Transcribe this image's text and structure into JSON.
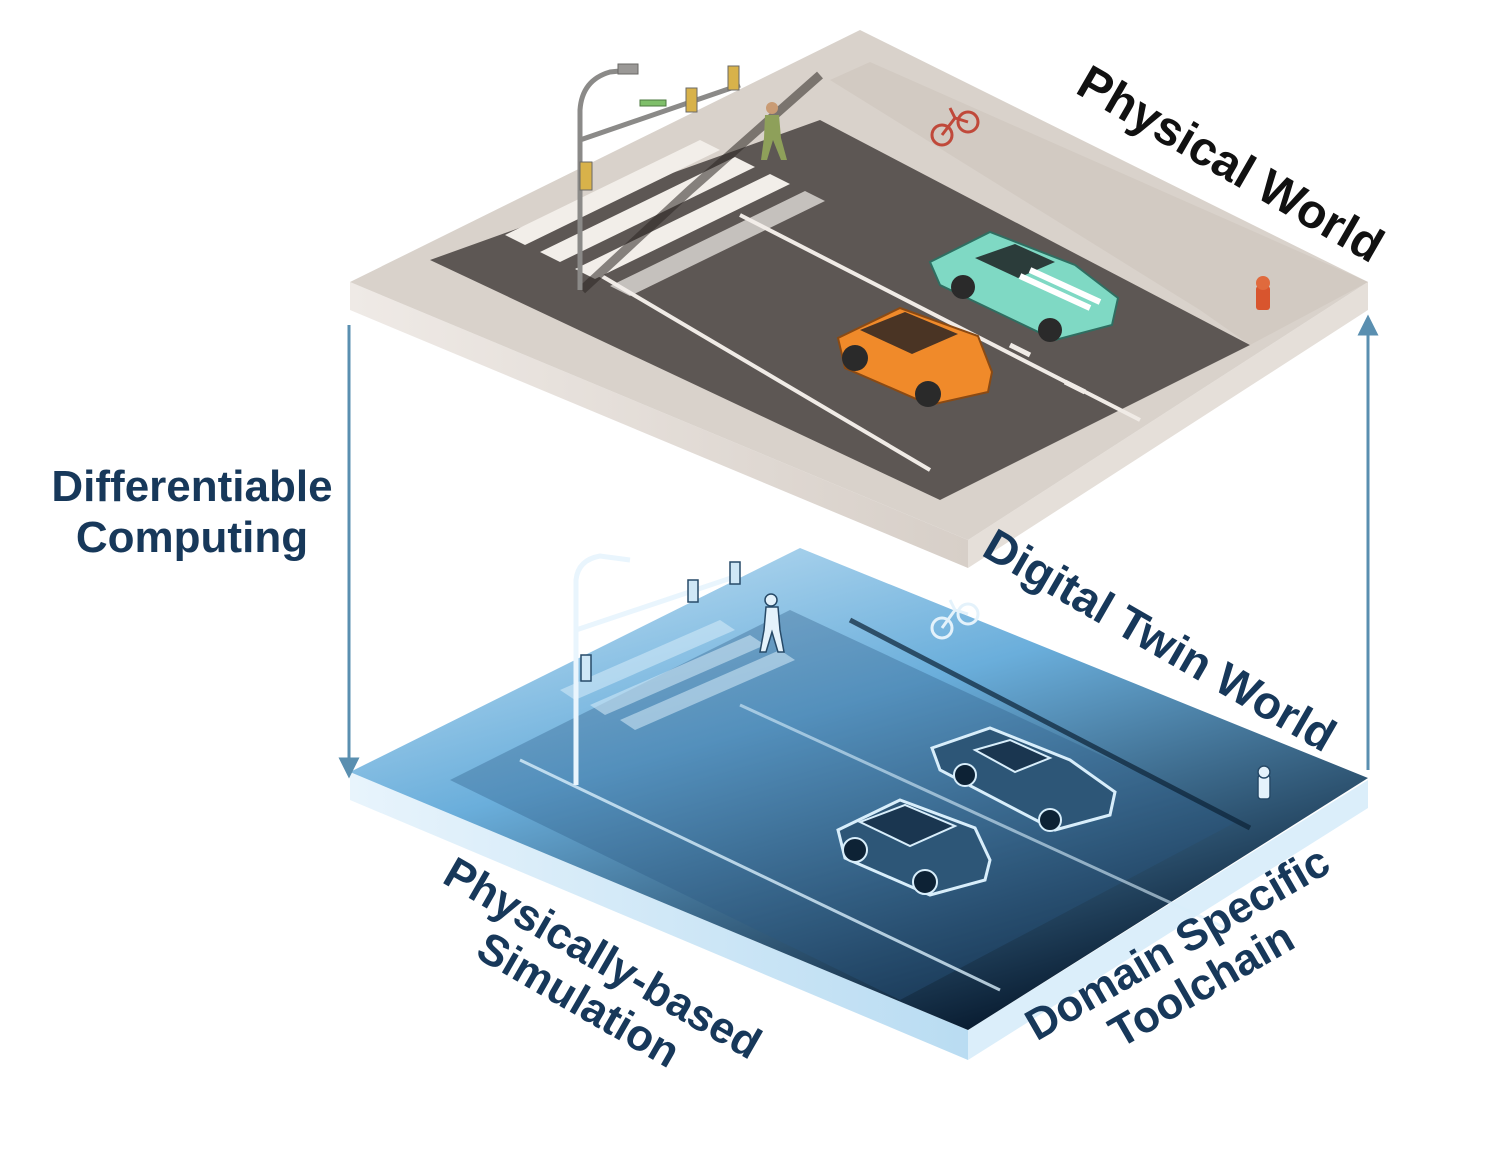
{
  "labels": {
    "physical_world": "Physical World",
    "digital_twin_world": "Digital Twin World",
    "differentiable_computing": [
      "Differentiable",
      "Computing"
    ],
    "physically_based_simulation": [
      "Physically-based",
      "Simulation"
    ],
    "domain_specific_toolchain": [
      "Domain Specific",
      "Toolchain"
    ]
  },
  "colors": {
    "label_dark_blue": "#17385a",
    "label_black": "#111111",
    "arrow": "#5a8fb0",
    "road_asphalt": "#5d5754",
    "sidewalk": "#d9d2cb",
    "digital_twin_blue": "#6fb3dd",
    "orange_car": "#f08a2a",
    "mint_car": "#7fd9c4"
  },
  "icons": [
    "traffic-light-icon",
    "street-lamp-icon",
    "pedestrian-icon",
    "bicycle-icon",
    "car-icon",
    "fire-hydrant-icon"
  ]
}
